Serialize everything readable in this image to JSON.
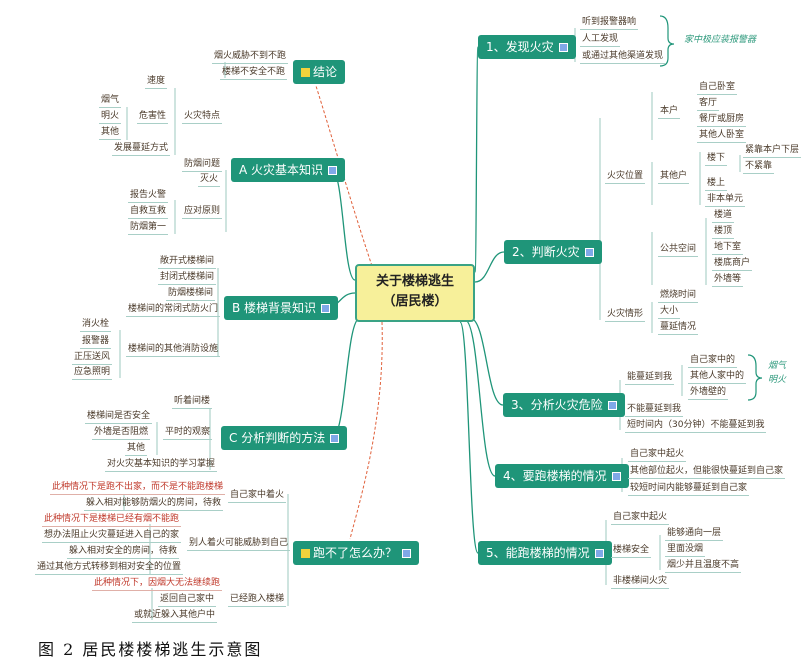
{
  "center": {
    "line1": "关于楼梯逃生",
    "line2": "（居民楼）"
  },
  "conclusion": {
    "title": "结论",
    "items": [
      "烟火威胁不到不跑",
      "楼梯不安全不跑"
    ]
  },
  "a": {
    "title": "A 火灾基本知识",
    "fire_traits": "火灾特点",
    "speed": "速度",
    "harm": "危害性",
    "harm_items": [
      "烟气",
      "明火",
      "其他"
    ],
    "spread": "发展蔓延方式",
    "smoke_issue": "防烟问题",
    "extinguish": "灭火",
    "principles": "应对原则",
    "principle_items": [
      "报告火警",
      "自救互救",
      "防烟第一"
    ]
  },
  "b": {
    "title": "B 楼梯背景知识",
    "items": [
      "敞开式楼梯间",
      "封闭式楼梯间",
      "防烟楼梯间",
      "楼梯间的常闭式防火门"
    ],
    "facilities": "楼梯间的其他消防设施",
    "facility_items": [
      "消火栓",
      "报警器",
      "正压送风",
      "应急照明"
    ]
  },
  "c": {
    "title": "C 分析判断的方法",
    "listen": "听着间楼",
    "observe": "平时的观察",
    "observe_items": [
      "楼梯间是否安全",
      "外墙是否阻燃",
      "其他"
    ],
    "study": "对火灾基本知识的学习掌握"
  },
  "run": {
    "title": "跑不了怎么办？",
    "own_fire": "自己家中着火",
    "own_fire_note": "此种情况下是跑不出家，而不是不能跑楼梯",
    "own_fire_items": [
      "躲入相对能够防烟火的房间，待救"
    ],
    "other_fire": "别人着火可能威胁到自己",
    "other_fire_note": "此种情况下是楼梯已经有烟不能跑",
    "other_fire_items": [
      "想办法阻止火灾蔓延进入自己的家",
      "躲入相对安全的房间，待救",
      "通过其他方式转移到相对安全的位置"
    ],
    "in_stairs": "已经跑入楼梯",
    "in_stairs_note": "此种情况下，因烟大无法继续跑",
    "in_stairs_items": [
      "返回自己家中",
      "或就近躲入其他户中"
    ]
  },
  "s1": {
    "title": "1、发现火灾",
    "items": [
      "听到报警器响",
      "人工发现",
      "或通过其他渠道发现"
    ],
    "note": "家中极应装报警器"
  },
  "s2": {
    "title": "2、判断火灾",
    "location": "火灾位置",
    "own": "本户",
    "own_items": [
      "自己卧室",
      "客厅",
      "餐厅或厨房",
      "其他人卧室"
    ],
    "other": "其他户",
    "below": "楼下",
    "below_items": [
      "紧靠本户下层",
      "不紧靠"
    ],
    "above": "楼上",
    "other_unit": "非本单元",
    "public": "公共空间",
    "public_items": [
      "楼道",
      "楼顶",
      "地下室",
      "楼底商户",
      "外墙等"
    ],
    "situation": "火灾情形",
    "situation_items": [
      "燃烧时间",
      "大小",
      "蔓延情况"
    ]
  },
  "s3": {
    "title": "3、分析火灾危险",
    "can": "能蔓延到我",
    "can_items": [
      "自己家中的",
      "其他人家中的",
      "外墙壁的"
    ],
    "note1": "烟气",
    "note2": "明火",
    "cannot": "不能蔓延到我",
    "short": "短时间内（30分钟）不能蔓延到我"
  },
  "s4": {
    "title": "4、要跑楼梯的情况",
    "items": [
      "自己家中起火",
      "其他部位起火，但能很快蔓延到自己家",
      "较短时间内能够蔓延到自己家"
    ]
  },
  "s5": {
    "title": "5、能跑楼梯的情况",
    "own": "自己家中起火",
    "safe": "楼梯安全",
    "safe_items": [
      "能够通向一层",
      "里面没烟",
      "烟少并且温度不高"
    ],
    "non_stair": "非楼梯间火灾"
  },
  "caption": "图 2  居民楼楼梯逃生示意图",
  "colors": {
    "main": "#1f9579",
    "center_fill": "#f7f09a",
    "note_red": "#c0392b",
    "arrow": "#e0603a"
  }
}
